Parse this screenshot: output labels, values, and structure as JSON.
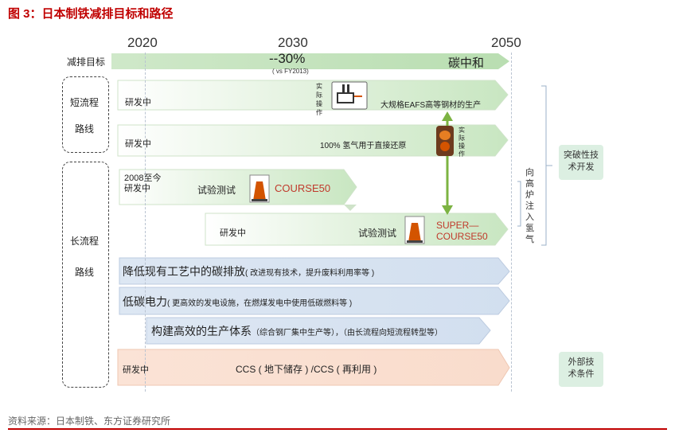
{
  "title": "图 3：日本制铁减排目标和路径",
  "timeline": {
    "years": [
      "2020",
      "2030",
      "2050"
    ],
    "target_label": "减排目标",
    "target_2030": "--30%",
    "target_2030_note": "( vs FY2013)",
    "target_2050": "碳中和"
  },
  "left_groups": {
    "short_process": [
      "短流程",
      "路线"
    ],
    "long_process": [
      "长流程",
      "路线"
    ]
  },
  "rows": {
    "eaf_rd": "研发中",
    "eaf_practice": [
      "实",
      "际",
      "操",
      "作"
    ],
    "eaf_goal": "大规格EAFS高等钢材的生产",
    "h2_rd": "研发中",
    "h2_goal": "100% 氢气用于直接还原",
    "h2_practice": [
      "实",
      "际",
      "操",
      "作"
    ],
    "course50_start": [
      "2008至今",
      "研发中"
    ],
    "course50_test": "试验测试",
    "course50_name": "COURSE50",
    "super_rd": "研发中",
    "super_test": "试验测试",
    "super_name": [
      "SUPER—",
      "COURSE50"
    ],
    "blast_furnace_h2": [
      "向",
      "高",
      "炉",
      "注",
      "入",
      "氢",
      "气"
    ],
    "improve_main": "降低现有工艺中的碳排放",
    "improve_note": "( 改进现有技术，提升废料利用率等 )",
    "power_main": "低碳电力",
    "power_note": "( 更高效的发电设施，在燃煤发电中使用低碳燃料等 )",
    "system_main": "构建高效的生产体系",
    "system_note": "（综合钢厂集中生产等），（由长流程向短流程转型等）",
    "ccs_rd": "研发中",
    "ccs_text": "CCS ( 地下储存 ) /CCS ( 再利用 )"
  },
  "right_labels": {
    "breakthrough": [
      "突破性技",
      "术开发"
    ],
    "external": [
      "外部技",
      "术条件"
    ]
  },
  "footer": "资料来源：日本制铁、东方证券研究所"
}
